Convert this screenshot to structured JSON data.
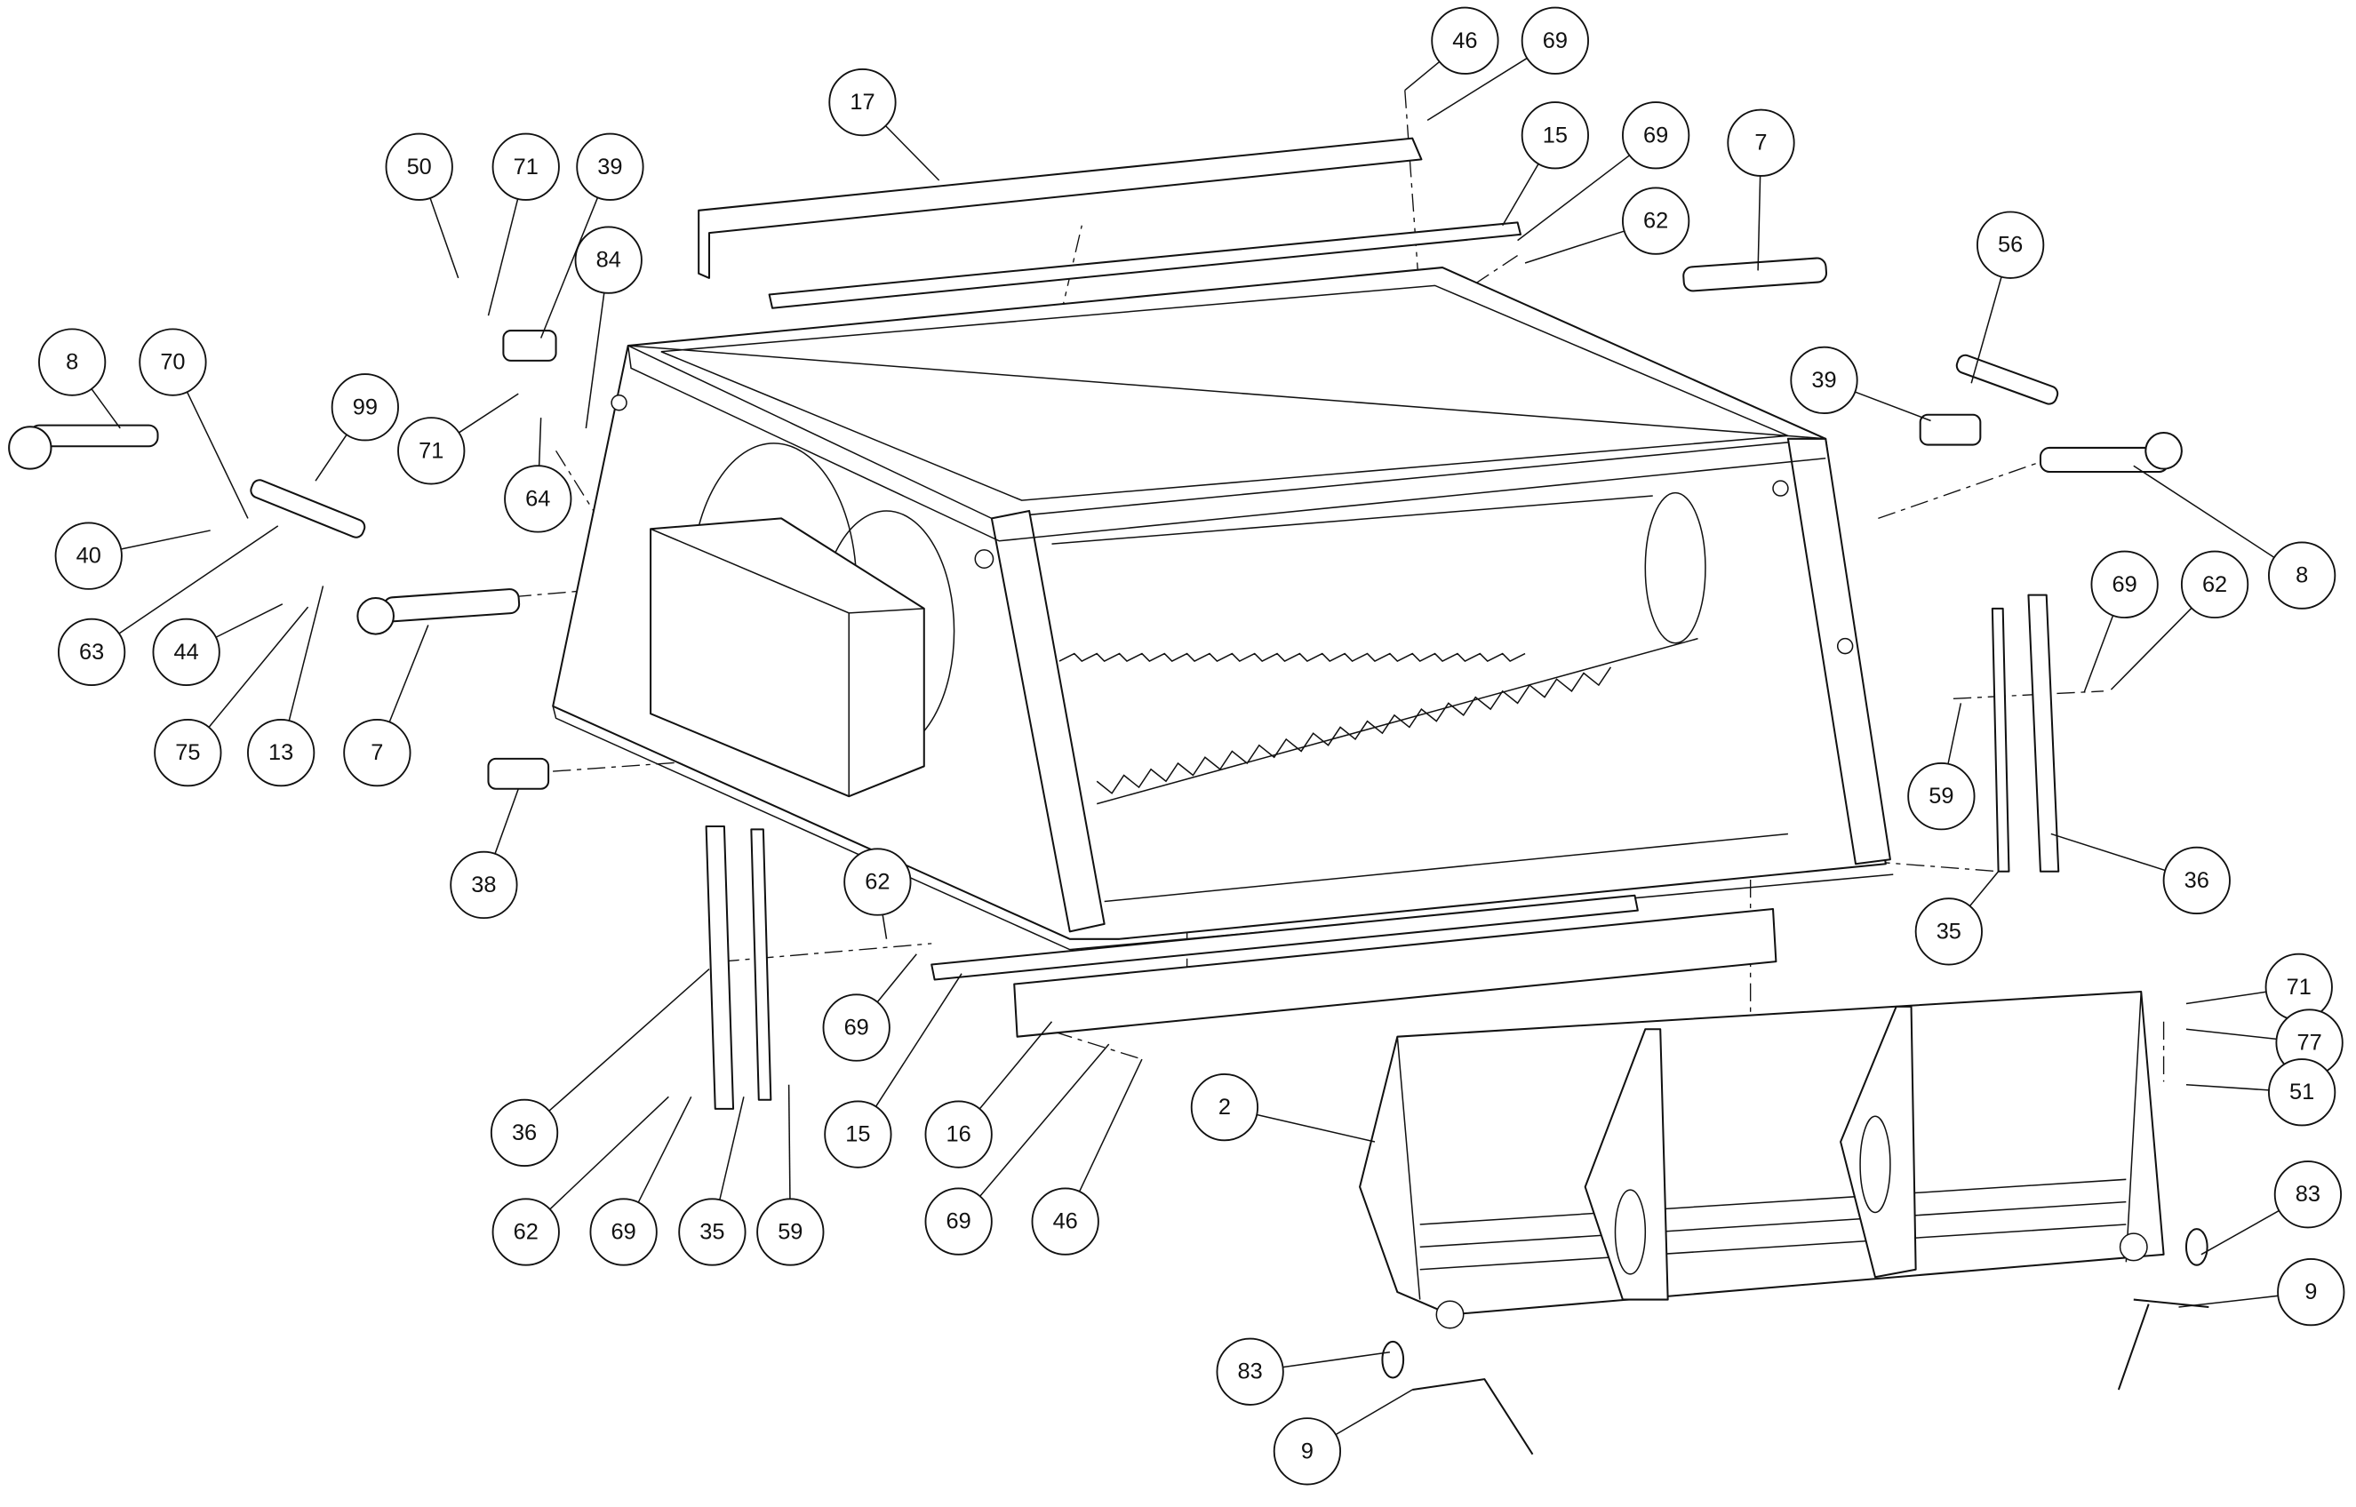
{
  "diagram": {
    "type": "exploded-parts-view",
    "callouts": [
      "46",
      "69",
      "17",
      "15",
      "69",
      "7",
      "62",
      "50",
      "71",
      "39",
      "84",
      "56",
      "8",
      "70",
      "99",
      "39",
      "71",
      "64",
      "8",
      "40",
      "63",
      "44",
      "69",
      "62",
      "75",
      "13",
      "7",
      "59",
      "38",
      "36",
      "35",
      "62",
      "69",
      "71",
      "77",
      "51",
      "36",
      "15",
      "16",
      "2",
      "62",
      "69",
      "35",
      "59",
      "69",
      "46",
      "83",
      "9",
      "83",
      "9"
    ]
  }
}
